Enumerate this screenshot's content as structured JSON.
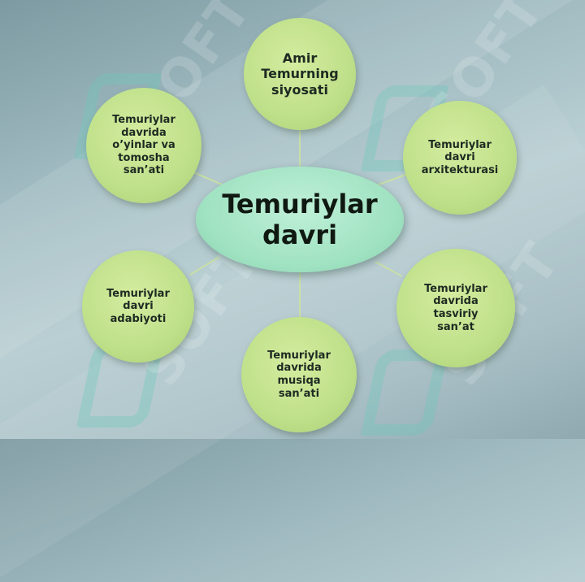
{
  "diagram": {
    "center": "Temuriylar\ndavri",
    "nodes": {
      "top": "Amir\nTemurning\nsiyosati",
      "top_left": "Temuriylar\ndavrida\no’yinlar va\ntomosha\nsan’ati",
      "top_right": "Temuriylar\ndavri\narxitekturasi",
      "bottom_left": "Temuriylar\ndavri\nadabiyoti",
      "bottom_right": "Temuriylar\ndavrida\ntasviriy\nsan’at",
      "bottom": "Temuriylar\ndavrida\nmusiqa\nsan’ati"
    },
    "colors": {
      "node_fill": "#bfe08a",
      "center_fill": "#9fe2c1",
      "connector": "#c9dfa6",
      "background": "#a9c0c6"
    }
  },
  "watermark": {
    "text": "SOFT",
    "icon": "soft-logo-icon"
  }
}
